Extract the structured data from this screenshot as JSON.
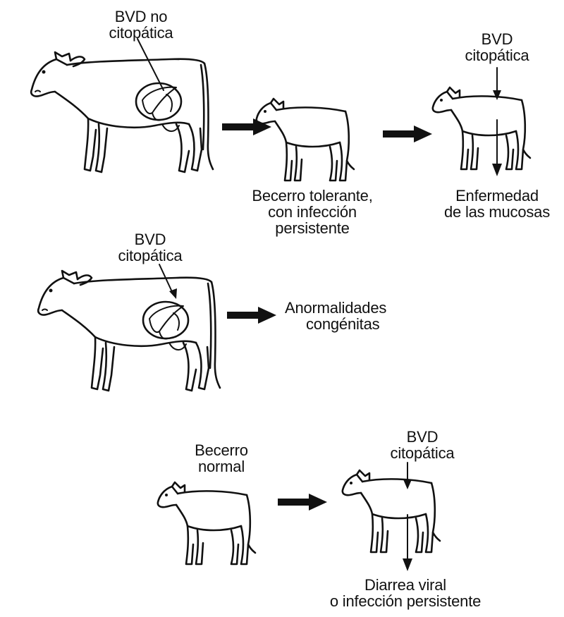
{
  "colors": {
    "ink": "#111111",
    "background": "#ffffff"
  },
  "icons": [
    "cow-with-fetus-icon",
    "calf-icon",
    "arrow-right-icon",
    "arrow-down-icon"
  ],
  "rows": [
    {
      "virus_label": [
        "BVD no",
        "citopática"
      ],
      "outcome_calf_label": [
        "Becerro tolerante,",
        "con infección",
        "persistente"
      ],
      "second_virus_label": [
        "BVD",
        "citopática"
      ],
      "final_outcome_label": [
        "Enfermedad",
        "de las mucosas"
      ]
    },
    {
      "virus_label": [
        "BVD",
        "citopática"
      ],
      "outcome_label": [
        "Anormalidades",
        "congénitas"
      ]
    },
    {
      "start_label": [
        "Becerro",
        "normal"
      ],
      "virus_label": [
        "BVD",
        "citopática"
      ],
      "final_outcome_label": [
        "Diarrea viral",
        "o infección persistente"
      ]
    }
  ]
}
